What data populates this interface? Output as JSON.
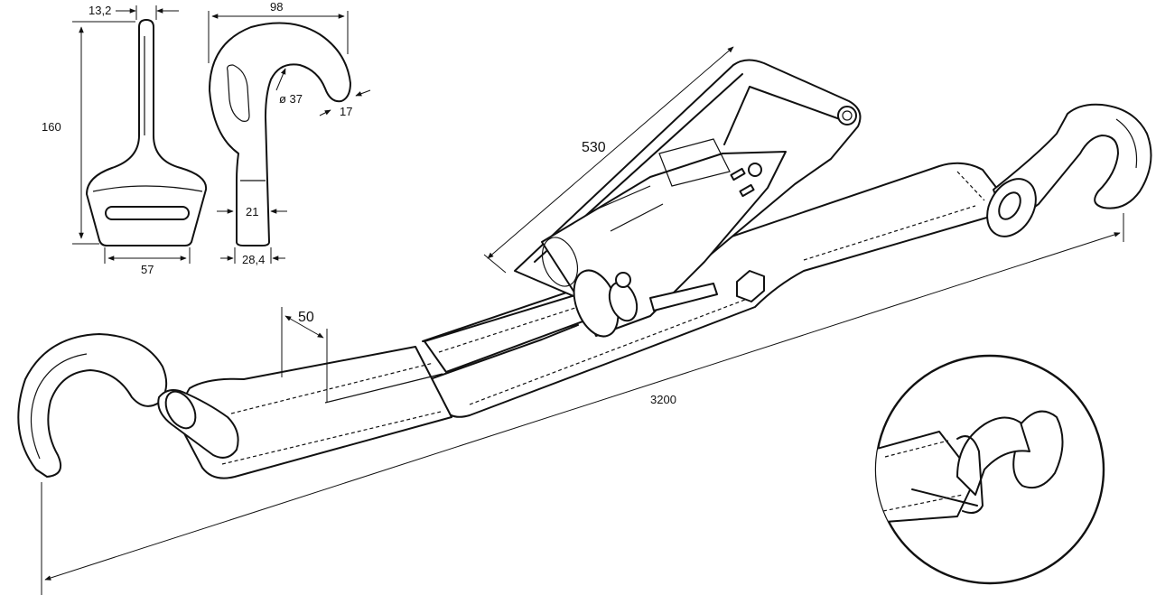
{
  "dimensions": {
    "hook_thickness": "13,2",
    "hook_height": "160",
    "hook_width": "98",
    "hook_diameter": "ø 37",
    "hook_tip": "17",
    "hook_shank": "21",
    "hook_shank_base": "28,4",
    "hook_base_width": "57",
    "ratchet_length": "530",
    "strap_width": "50",
    "total_length": "3200"
  }
}
